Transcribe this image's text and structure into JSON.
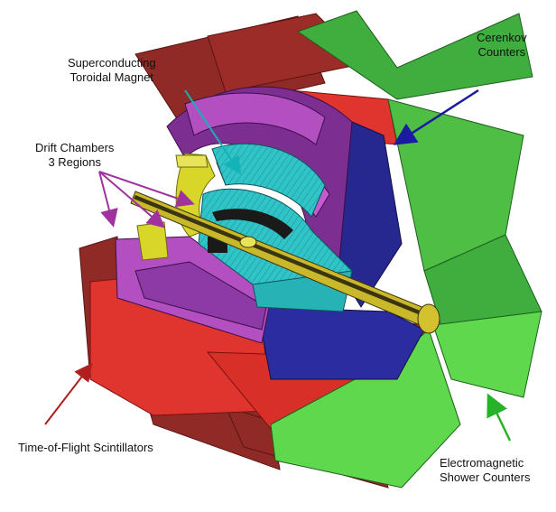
{
  "labels": {
    "magnet_line1": "Superconducting",
    "magnet_line2": "Toroidal  Magnet",
    "drift_line1": "Drift Chambers",
    "drift_line2": "3 Regions",
    "cerenkov_line1": "Cerenkov",
    "cerenkov_line2": "Counters",
    "tof": "Time-of-Flight Scintillators",
    "em_line1": "Electromagnetic",
    "em_line2": "Shower Counters"
  },
  "colors": {
    "dark_red": "#8f2a26",
    "red": "#e0352f",
    "magenta": "#b34fc0",
    "purple": "#7c2f91",
    "cyan": "#2fc4c8",
    "blue": "#27288f",
    "green": "#3fae3e",
    "light_green": "#5fd84e",
    "yellow": "#d9d62a",
    "black": "#1a1a1a",
    "arrow_cyan": "#13b3b8",
    "arrow_blue": "#1b1ba0",
    "arrow_magenta": "#a0329f",
    "arrow_red": "#b11e1e",
    "arrow_green": "#27b327"
  }
}
